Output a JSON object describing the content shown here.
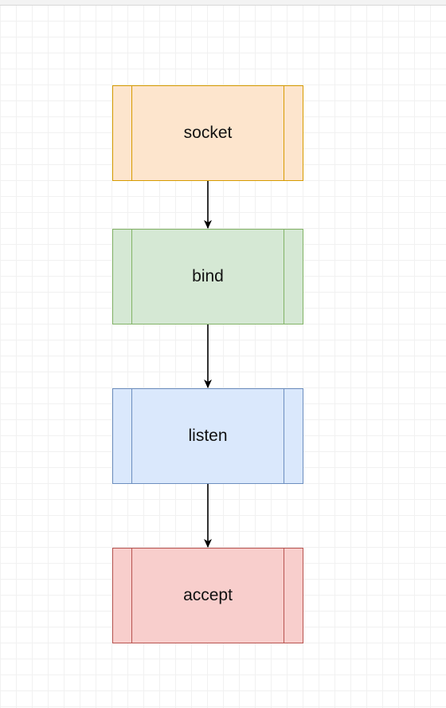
{
  "diagram": {
    "nodes": [
      {
        "id": "socket",
        "label": "socket",
        "fill": "#fde5cd",
        "stroke": "#d79b00"
      },
      {
        "id": "bind",
        "label": "bind",
        "fill": "#d5e8d4",
        "stroke": "#82b366"
      },
      {
        "id": "listen",
        "label": "listen",
        "fill": "#dae8fc",
        "stroke": "#6c8ebf"
      },
      {
        "id": "accept",
        "label": "accept",
        "fill": "#f8cecc",
        "stroke": "#b85450"
      }
    ],
    "edges": [
      {
        "from": "socket",
        "to": "bind"
      },
      {
        "from": "bind",
        "to": "listen"
      },
      {
        "from": "listen",
        "to": "accept"
      }
    ],
    "edge_color": "#000000",
    "grid_color": "#e4e4e4"
  }
}
